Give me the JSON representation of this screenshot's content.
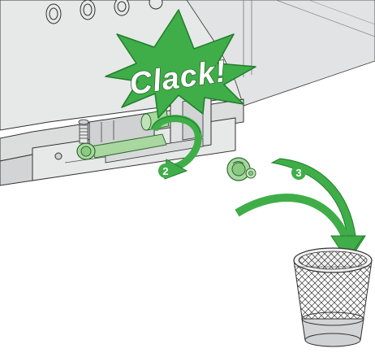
{
  "callout": {
    "text": "Clack!"
  },
  "steps": [
    {
      "number": "2",
      "action": "rotate"
    },
    {
      "number": "3",
      "action": "discard"
    }
  ],
  "icons": {
    "rotate": "circular-arrow-icon",
    "discard": "curved-arrow-icon",
    "bin": "wastebasket-icon"
  },
  "colors": {
    "accent": "#3fae49",
    "accent_dark": "#1f7d2b",
    "part_highlight": "#a8d8a0",
    "machine_fill": "#e7e8e8",
    "machine_shade": "#cfd1d2",
    "line": "#333333"
  }
}
